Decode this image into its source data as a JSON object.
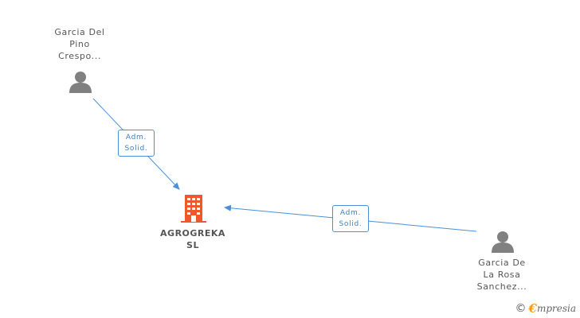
{
  "nodes": {
    "person_1": {
      "name_lines": [
        "Garcia Del",
        "Pino",
        "Crespo..."
      ]
    },
    "person_2": {
      "name_lines": [
        "Garcia De",
        "La Rosa",
        "Sanchez..."
      ]
    },
    "company": {
      "name_lines": [
        "AGROGREKA",
        "SL"
      ]
    }
  },
  "edges": [
    {
      "from": "person_1",
      "to": "company",
      "label_lines": [
        "Adm.",
        "Solid."
      ]
    },
    {
      "from": "person_2",
      "to": "company",
      "label_lines": [
        "Adm.",
        "Solid."
      ]
    }
  ],
  "icons": {
    "person": "person-icon",
    "company": "building-icon",
    "copyright": "copyright-icon"
  },
  "colors": {
    "edge": "#4a90d9",
    "person_icon": "#808080",
    "company_icon": "#f0572a",
    "badge_text": "#3f7fbf"
  },
  "brand": {
    "copyright": "©",
    "initial": "€",
    "rest": "mpresia"
  }
}
